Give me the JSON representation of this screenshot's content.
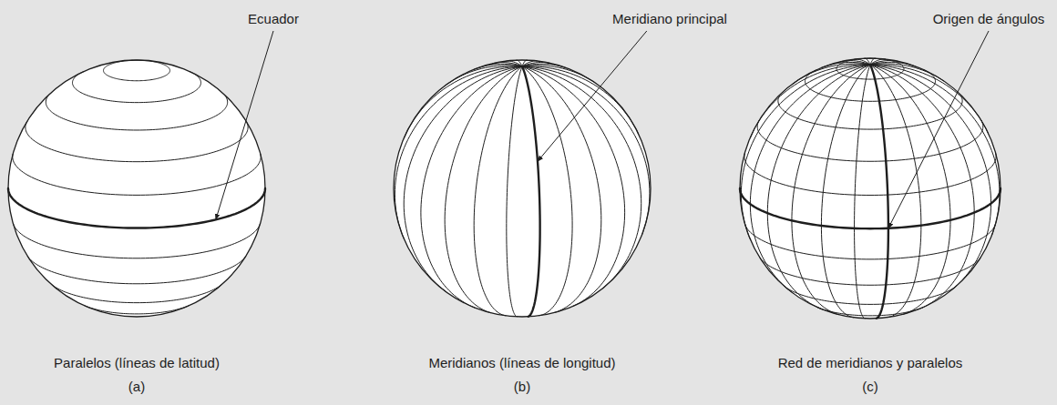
{
  "diagram": {
    "labels": [
      "Ecuador",
      "Meridiano principal",
      "Origen de ángulos",
      "Paralelos (líneas de latitud)",
      "(a)",
      "Meridianos (líneas de longitud)",
      "(b)",
      "Red de meridianos y paralelos",
      "(c)"
    ]
  }
}
